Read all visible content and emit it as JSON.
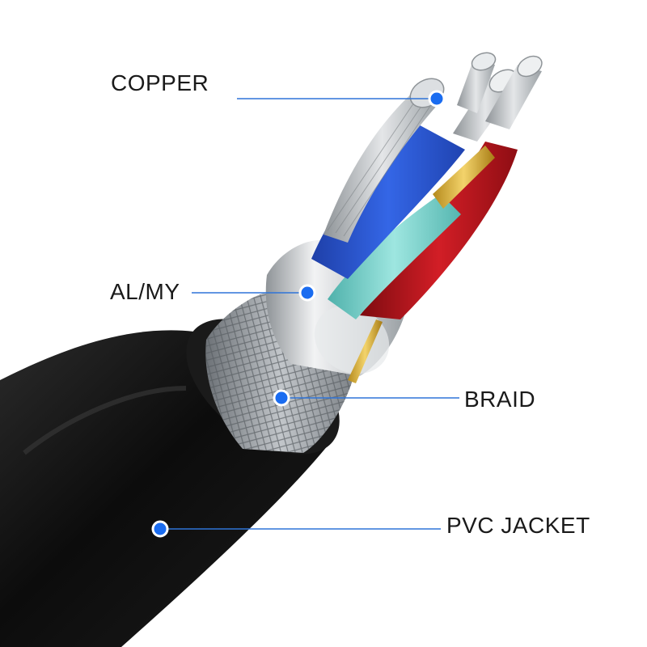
{
  "labels": {
    "copper": "COPPER",
    "al_my": "AL/MY",
    "braid": "BRAID",
    "pvc_jacket": "PVC JACKET"
  },
  "colors": {
    "callout_line": "#2f74d8",
    "callout_dot": "#1a6cf0",
    "label_text": "#1a1a1a",
    "jacket": "#0f0f0f",
    "braid": "#9ea3a8",
    "foil": "#d0d3d6",
    "wire_blue": "#2a55d6",
    "wire_teal": "#7fd3cd",
    "wire_red": "#b4141b",
    "copper": "#c9ccd0"
  }
}
